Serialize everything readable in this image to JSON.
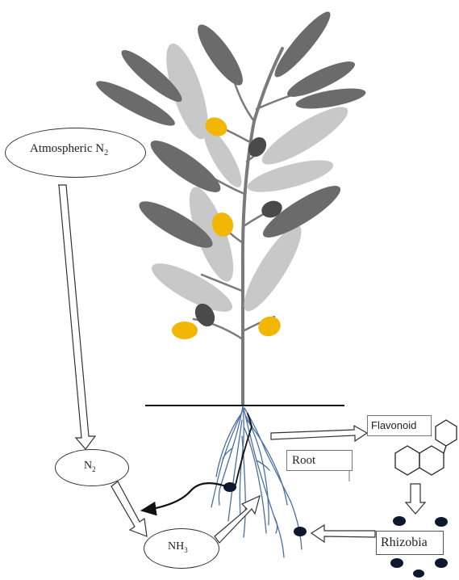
{
  "labels": {
    "atmospheric_n2_main": "Atmospheric N",
    "atmospheric_n2_sub": "2",
    "n2_main": "N",
    "n2_sub": "2",
    "nh3_main": "NH",
    "nh3_sub": "3",
    "root": "Root",
    "flavonoid": "Flavonoid",
    "rhizobia": "Rhizobia"
  },
  "colors": {
    "leaf_dark": "#6b6b6b",
    "leaf_light": "#c8c8c8",
    "olive_yellow": "#f2b705",
    "olive_dark": "#4a4a4a",
    "root_blue": "#4a6fa5",
    "bacteria": "#0d1a2e"
  },
  "icons": {
    "flavonoid_structure": "flavonoid-molecule-icon",
    "rhizobia_cells": "rhizobia-bacteria-icon"
  }
}
